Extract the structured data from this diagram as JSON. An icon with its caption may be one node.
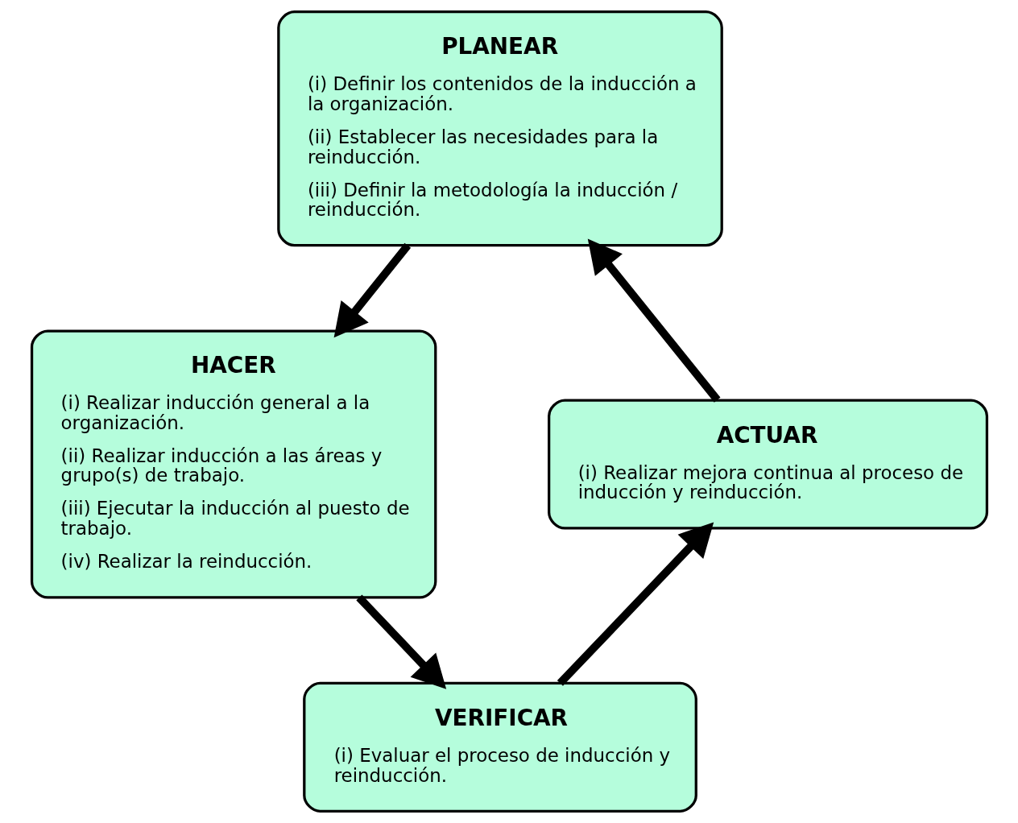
{
  "diagram": {
    "nodes": [
      {
        "text": [
          "PLANEAR",
          "(i) Definir los contenidos de la inducción a la organización.",
          "(ii) Establecer las necesidades para la reinducción.",
          "(iii) Definir la metodología la inducción / reinducción."
        ]
      },
      {
        "text": [
          "HACER",
          "(i) Realizar inducción general a la organización.",
          "(ii) Realizar inducción a las áreas y grupo(s) de trabajo.",
          "(iii) Ejecutar la inducción al puesto de trabajo.",
          "(iv) Realizar la reinducción."
        ]
      },
      {
        "text": [
          "VERIFICAR",
          "(i) Evaluar el proceso de inducción y reinducción."
        ]
      },
      {
        "text": [
          "ACTUAR",
          "(i) Realizar mejora continua al proceso de inducción y reinducción."
        ]
      }
    ],
    "edges": [
      {
        "from": 0,
        "to": 1,
        "arrow": "to"
      },
      {
        "from": 1,
        "to": 2,
        "arrow": "to"
      },
      {
        "from": 2,
        "to": 3,
        "arrow": "to"
      },
      {
        "from": 3,
        "to": 0,
        "arrow": "to"
      }
    ]
  }
}
